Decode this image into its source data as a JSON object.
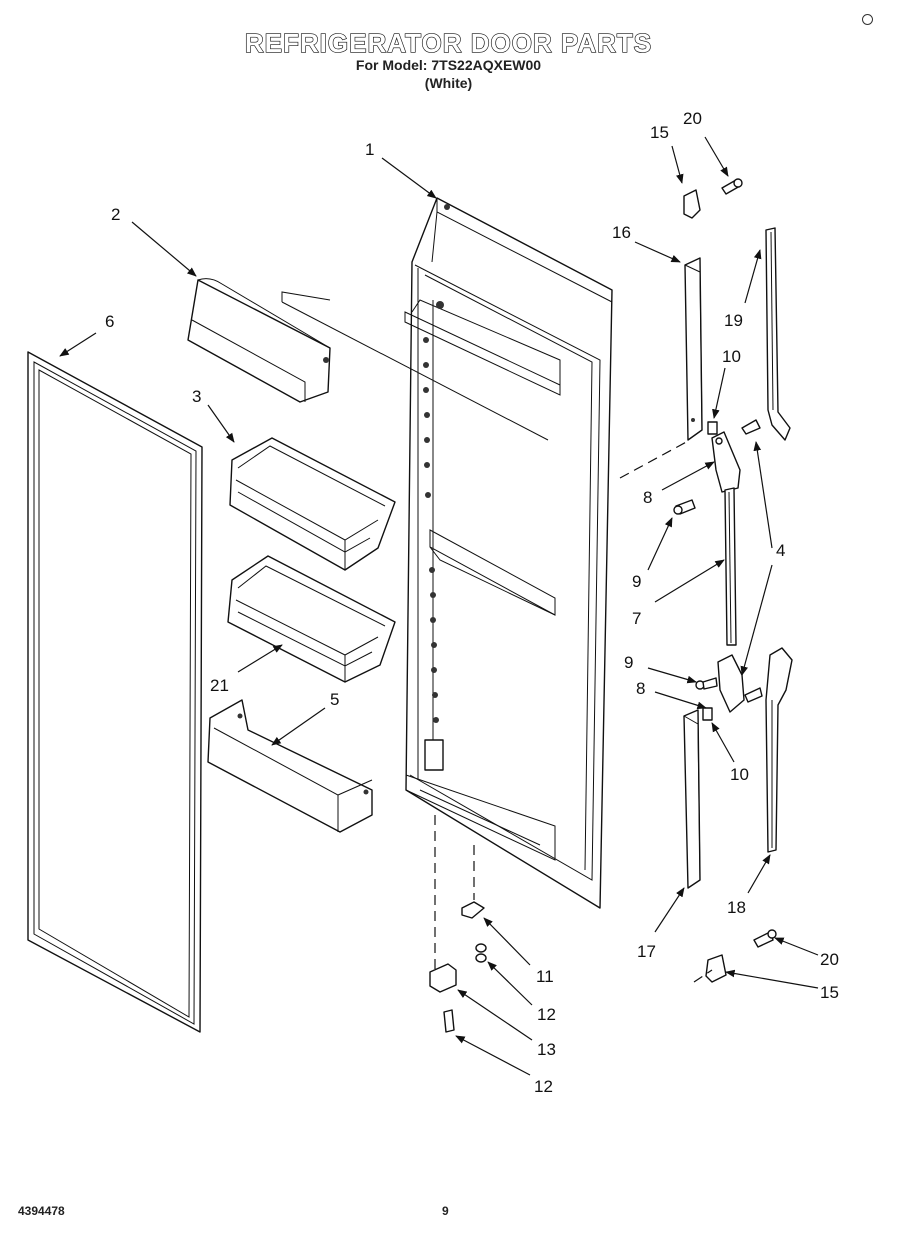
{
  "header": {
    "title": "REFRIGERATOR DOOR PARTS",
    "model_line": "For Model: 7TS22AQXEW00",
    "color_line": "(White)"
  },
  "footer": {
    "document_number": "4394478",
    "page_number": "9"
  },
  "callouts": [
    {
      "id": "c1",
      "label": "1"
    },
    {
      "id": "c2",
      "label": "2"
    },
    {
      "id": "c3",
      "label": "3"
    },
    {
      "id": "c4",
      "label": "4"
    },
    {
      "id": "c5",
      "label": "5"
    },
    {
      "id": "c6",
      "label": "6"
    },
    {
      "id": "c7",
      "label": "7"
    },
    {
      "id": "c8a",
      "label": "8"
    },
    {
      "id": "c8b",
      "label": "8"
    },
    {
      "id": "c9a",
      "label": "9"
    },
    {
      "id": "c9b",
      "label": "9"
    },
    {
      "id": "c10a",
      "label": "10"
    },
    {
      "id": "c10b",
      "label": "10"
    },
    {
      "id": "c11",
      "label": "11"
    },
    {
      "id": "c12a",
      "label": "12"
    },
    {
      "id": "c12b",
      "label": "12"
    },
    {
      "id": "c13",
      "label": "13"
    },
    {
      "id": "c15a",
      "label": "15"
    },
    {
      "id": "c15b",
      "label": "15"
    },
    {
      "id": "c16",
      "label": "16"
    },
    {
      "id": "c17",
      "label": "17"
    },
    {
      "id": "c18",
      "label": "18"
    },
    {
      "id": "c19",
      "label": "19"
    },
    {
      "id": "c20a",
      "label": "20"
    },
    {
      "id": "c20b",
      "label": "20"
    },
    {
      "id": "c21",
      "label": "21"
    }
  ]
}
